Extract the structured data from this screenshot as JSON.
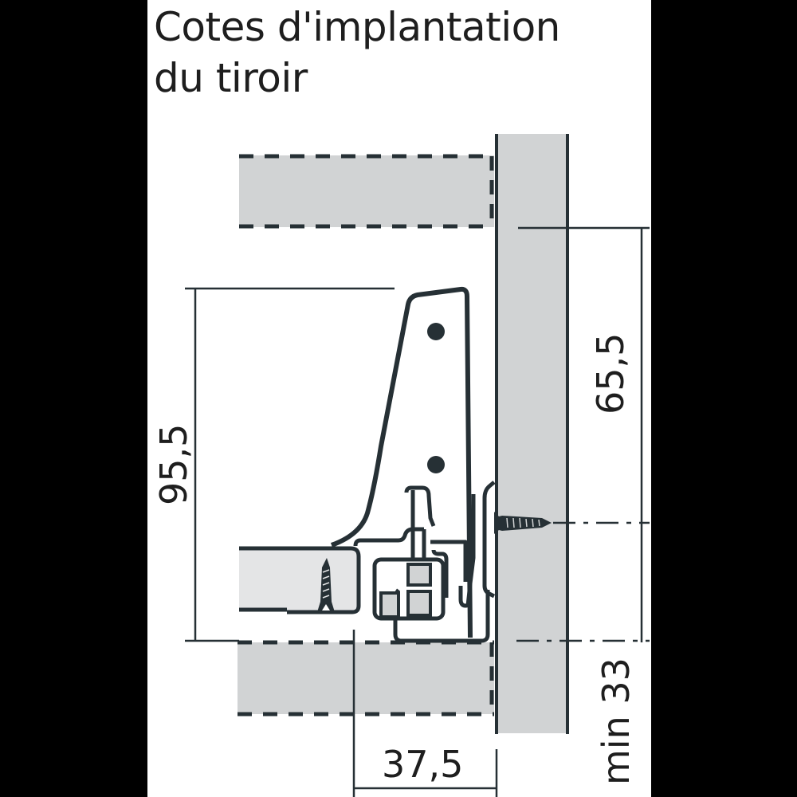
{
  "title": {
    "line1": "Cotes d'implantation",
    "line2": "du tiroir"
  },
  "dimensions": {
    "height_total": "95,5",
    "height_upper": "65,5",
    "height_lower_min": "min 33",
    "width_offset": "37,5"
  },
  "colors": {
    "background": "#ffffff",
    "outer_frame": "#000000",
    "line": "#263035",
    "panel_fill": "#d1d3d4",
    "drawer_side_fill": "#e4e5e6",
    "text": "#1e1e1e"
  }
}
